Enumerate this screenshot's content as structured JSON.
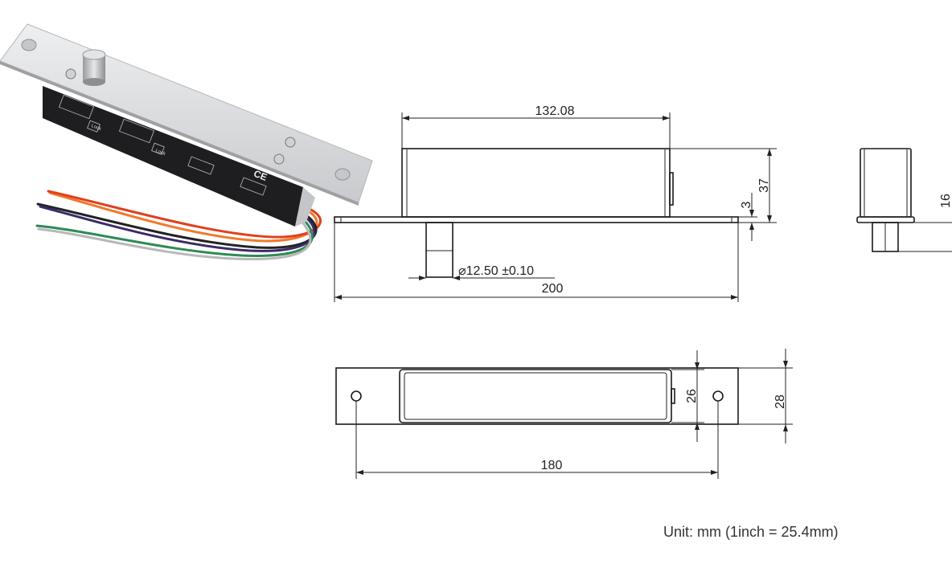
{
  "product_photo": {
    "label_lock_1": "Lock",
    "label_lock_2": "Lock",
    "label_ce": "CE",
    "colors": {
      "plate": "#d9dadc",
      "body": "#1e1e20",
      "wire_red": "#e0401f",
      "wire_orange": "#f07a2a",
      "wire_black": "#222222",
      "wire_purple": "#3b2b6a",
      "wire_green": "#2e8a55",
      "wire_gray": "#b8b8b8"
    }
  },
  "side_view": {
    "body_length": "132.08",
    "height": "37",
    "plate_thickness": "3",
    "bolt_diameter": "⌀12.50 ±0.10",
    "total_length": "200"
  },
  "end_view": {
    "bolt_length": "16"
  },
  "top_view": {
    "body_width": "26",
    "plate_width": "28",
    "hole_spacing": "180"
  },
  "unit_note": "Unit: mm (1inch = 25.4mm)"
}
